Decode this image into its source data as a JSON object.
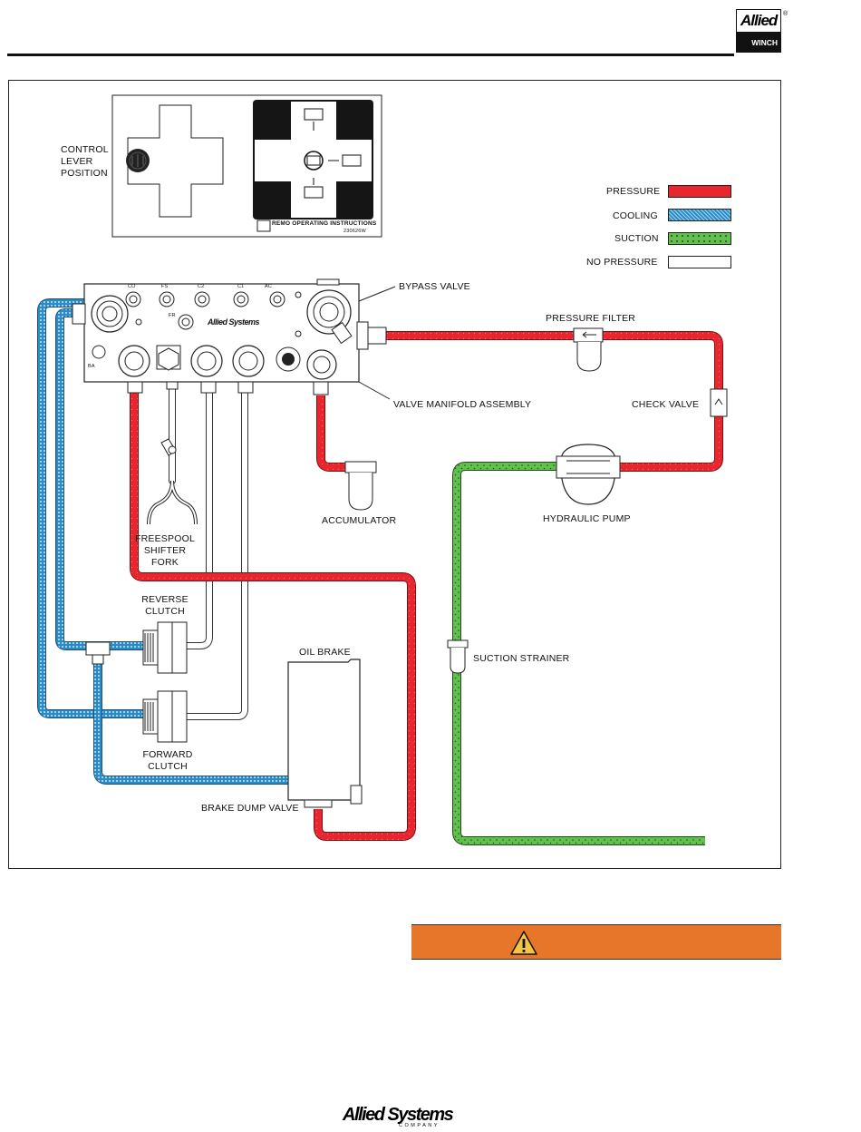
{
  "header": {
    "logo_word": "Allied",
    "logo_sub": "WINCH",
    "logo_reg": "®"
  },
  "legend": {
    "items": [
      {
        "label": "PRESSURE",
        "color": "#e8262e"
      },
      {
        "label": "COOLING",
        "color": "#2b8bc4"
      },
      {
        "label": "SUCTION",
        "color": "#63c04e"
      },
      {
        "label": "NO PRESSURE",
        "color": "#ffffff"
      }
    ]
  },
  "labels": {
    "control_lever": [
      "CONTROL",
      "LEVER",
      "POSITION"
    ],
    "remo_instructions": "REMO OPERATING INSTRUCTIONS",
    "part_no": "230626W",
    "bypass_valve": "BYPASS VALVE",
    "pressure_filter": "PRESSURE FILTER",
    "valve_manifold": "VALVE MANIFOLD ASSEMBLY",
    "check_valve": "CHECK VALVE",
    "accumulator": "ACCUMULATOR",
    "hydraulic_pump": "HYDRAULIC PUMP",
    "freespool": [
      "FREESPOOL",
      "SHIFTER",
      "FORK"
    ],
    "reverse_clutch": [
      "REVERSE",
      "CLUTCH"
    ],
    "oil_brake": "OIL BRAKE",
    "suction_strainer": "SUCTION STRAINER",
    "forward_clutch": [
      "FORWARD",
      "CLUTCH"
    ],
    "brake_dump_valve": "BRAKE DUMP VALVE"
  },
  "manifold_ports": {
    "co": "CO",
    "fs": "FS",
    "c2": "C2",
    "c1": "C1",
    "ac": "AC",
    "fr": "FR",
    "ba": "BA",
    "brand": "Allied Systems"
  },
  "footer": {
    "logo": "Allied Systems",
    "sub": "COMPANY"
  }
}
